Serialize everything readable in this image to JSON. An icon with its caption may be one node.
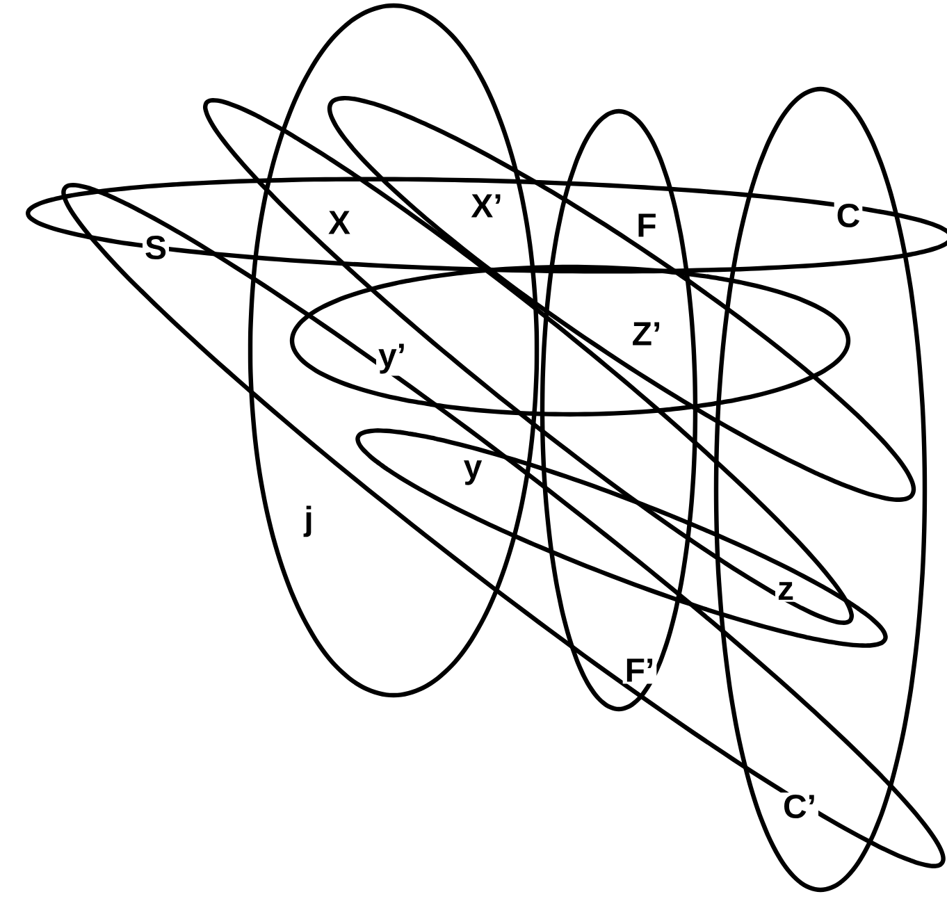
{
  "diagram": {
    "labels": [
      "S",
      "X",
      "X’",
      "F",
      "C",
      "y’",
      "Z’",
      "y",
      "j",
      "z",
      "F’",
      "C’"
    ]
  }
}
